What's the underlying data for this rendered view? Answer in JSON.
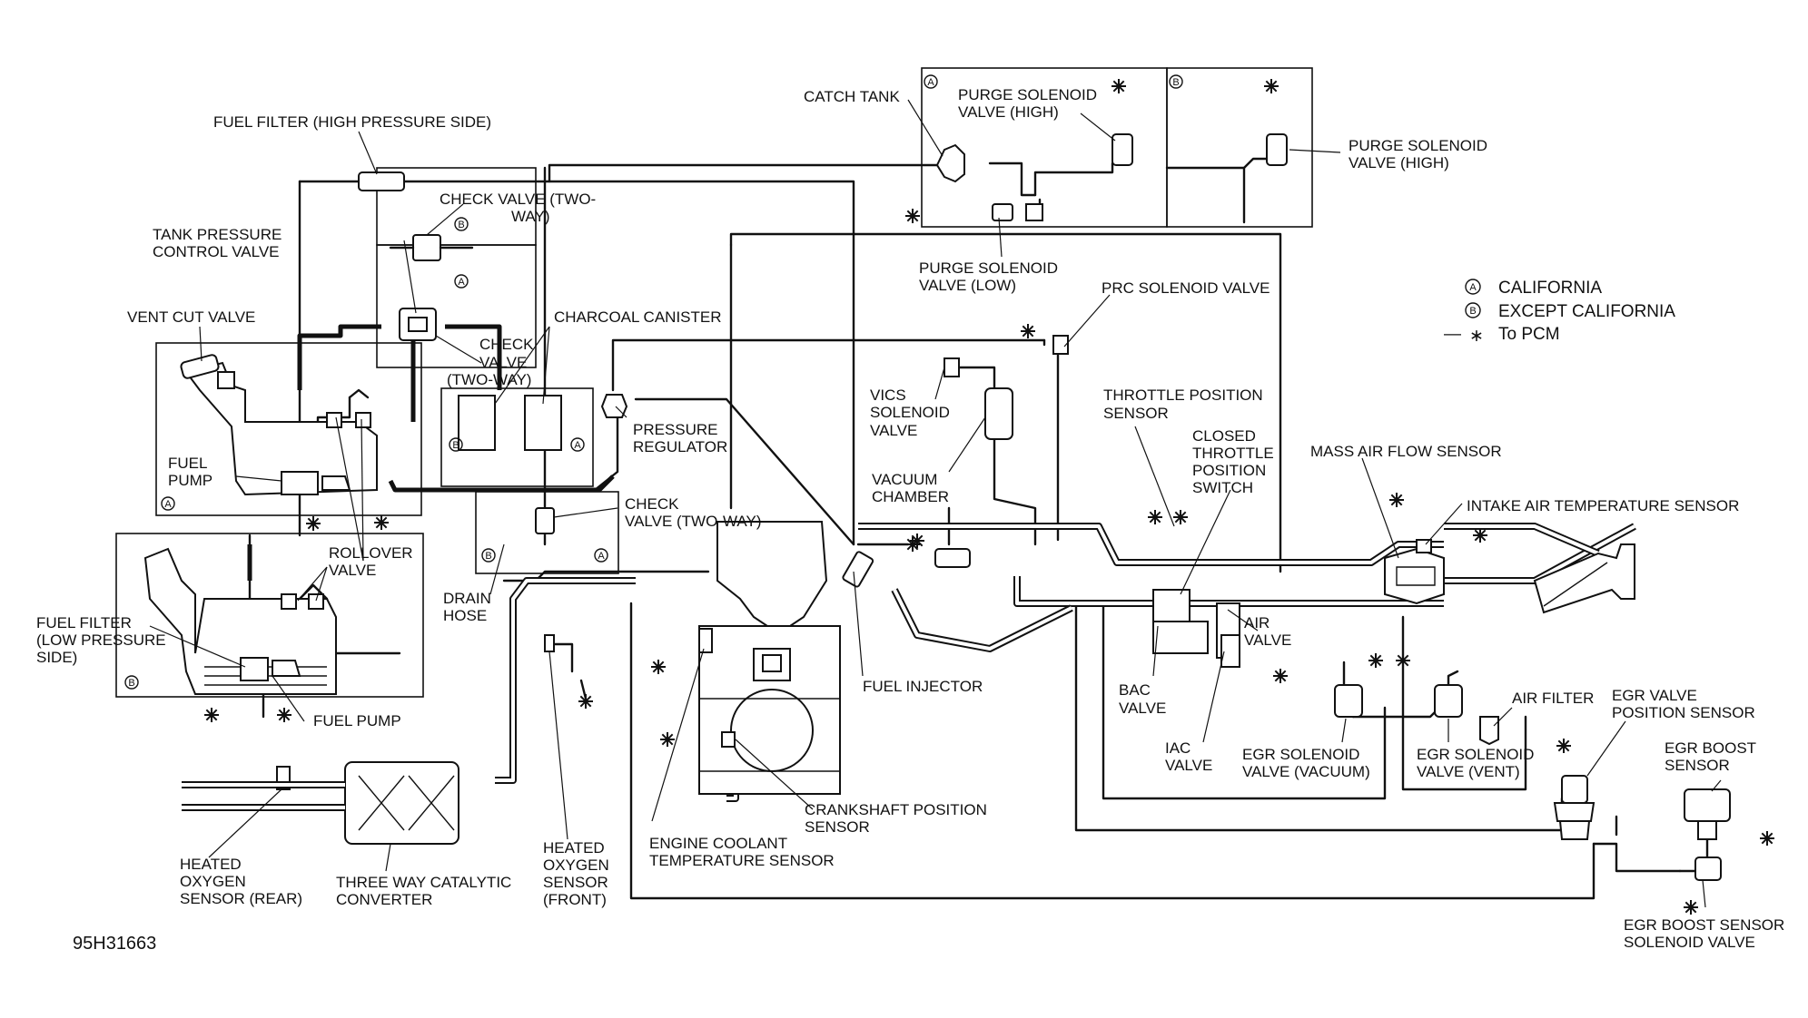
{
  "labels": {
    "fuel_filter_high": [
      "FUEL FILTER (HIGH PRESSURE SIDE)"
    ],
    "check_valve_top": [
      "CHECK VALVE (TWO-",
      "WAY)"
    ],
    "tank_pressure_control": [
      "TANK PRESSURE",
      "CONTROL VALVE"
    ],
    "vent_cut_valve": [
      "VENT CUT VALVE"
    ],
    "charcoal_canister": [
      "CHARCOAL CANISTER"
    ],
    "check_valve_mid": [
      "CHECK",
      "VALVE",
      "(TWO-WAY)"
    ],
    "fuel_pump_a": [
      "FUEL",
      "PUMP"
    ],
    "pressure_regulator": [
      "PRESSURE",
      "REGULATOR"
    ],
    "check_valve_low": [
      "CHECK",
      "VALVE (TWO-WAY)"
    ],
    "drain_hose": [
      "DRAIN",
      "HOSE"
    ],
    "rollover_valve": [
      "ROLLOVER",
      "VALVE"
    ],
    "fuel_filter_low": [
      "FUEL FILTER",
      "(LOW PRESSURE",
      "SIDE)"
    ],
    "fuel_pump_b": [
      "FUEL PUMP"
    ],
    "catch_tank": [
      "CATCH TANK"
    ],
    "purge_high_a": [
      "PURGE SOLENOID",
      "VALVE (HIGH)"
    ],
    "purge_high_b": [
      "PURGE SOLENOID",
      "VALVE (HIGH)"
    ],
    "purge_low": [
      "PURGE SOLENOID",
      "VALVE (LOW)"
    ],
    "prc_solenoid": [
      "PRC SOLENOID VALVE"
    ],
    "vics_solenoid": [
      "VICS",
      "SOLENOID",
      "VALVE"
    ],
    "vacuum_chamber": [
      "VACUUM",
      "CHAMBER"
    ],
    "throttle_position": [
      "THROTTLE POSITION",
      "SENSOR"
    ],
    "closed_throttle": [
      "CLOSED",
      "THROTTLE",
      "POSITION",
      "SWITCH"
    ],
    "mass_air_flow": [
      "MASS AIR FLOW SENSOR"
    ],
    "intake_air_temp": [
      "INTAKE AIR TEMPERATURE SENSOR"
    ],
    "air_valve": [
      "AIR",
      "VALVE"
    ],
    "bac_valve": [
      "BAC",
      "VALVE"
    ],
    "iac_valve": [
      "IAC",
      "VALVE"
    ],
    "fuel_injector": [
      "FUEL INJECTOR"
    ],
    "egr_solenoid_vacuum": [
      "EGR SOLENOID",
      "VALVE (VACUUM)"
    ],
    "egr_solenoid_vent": [
      "EGR SOLENOID",
      "VALVE (VENT)"
    ],
    "air_filter": [
      "AIR FILTER"
    ],
    "egr_valve_position": [
      "EGR VALVE",
      "POSITION SENSOR"
    ],
    "egr_boost_sensor": [
      "EGR BOOST",
      "SENSOR"
    ],
    "egr_boost_solenoid": [
      "EGR BOOST SENSOR",
      "SOLENOID VALVE"
    ],
    "crankshaft_position": [
      "CRANKSHAFT POSITION",
      "SENSOR"
    ],
    "engine_coolant": [
      "ENGINE COOLANT",
      "TEMPERATURE SENSOR"
    ],
    "heated_o2_front": [
      "HEATED",
      "OXYGEN",
      "SENSOR",
      "(FRONT)"
    ],
    "heated_o2_rear": [
      "HEATED",
      "OXYGEN",
      "SENSOR (REAR)"
    ],
    "catalytic_converter": [
      "THREE WAY CATALYTIC",
      "CONVERTER"
    ]
  },
  "boxtags": {
    "a": "A",
    "b": "B"
  },
  "legend": {
    "california": "CALIFORNIA",
    "except_california": "EXCEPT CALIFORNIA",
    "pcm": "To PCM",
    "pcm_prefix": "—",
    "pcm_symbol": "∗"
  },
  "figure_code": "95H31663"
}
